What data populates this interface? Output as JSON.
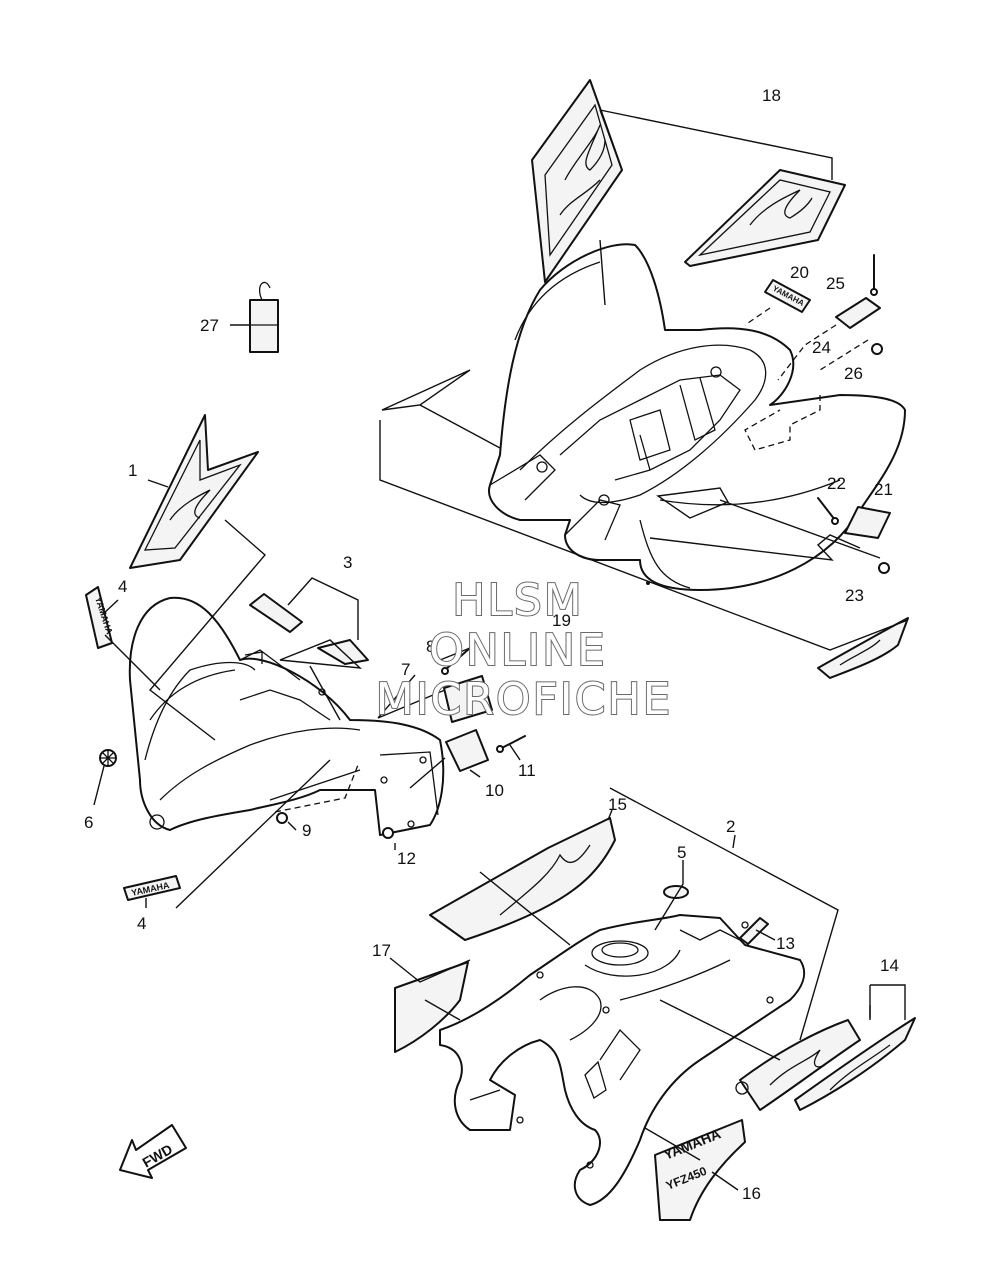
{
  "watermark": {
    "line1": "HLSM",
    "line2": "ONLINE",
    "line3": "MICROFICHE"
  },
  "callouts": {
    "c1": "1",
    "c2": "2",
    "c3": "3",
    "c4a": "4",
    "c4b": "4",
    "c5": "5",
    "c6": "6",
    "c7": "7",
    "c8": "8",
    "c9": "9",
    "c10": "10",
    "c11": "11",
    "c12": "12",
    "c13": "13",
    "c14": "14",
    "c15": "15",
    "c16": "16",
    "c17": "17",
    "c18": "18",
    "c19": "19",
    "c20": "20",
    "c21": "21",
    "c22": "22",
    "c23": "23",
    "c24": "24",
    "c25": "25",
    "c26": "26",
    "c27": "27"
  },
  "decal_text": {
    "brand_large": "YAMAHA",
    "brand_small": "YAMAHA",
    "model": "YFZ450",
    "fwd_arrow": "FWD"
  }
}
